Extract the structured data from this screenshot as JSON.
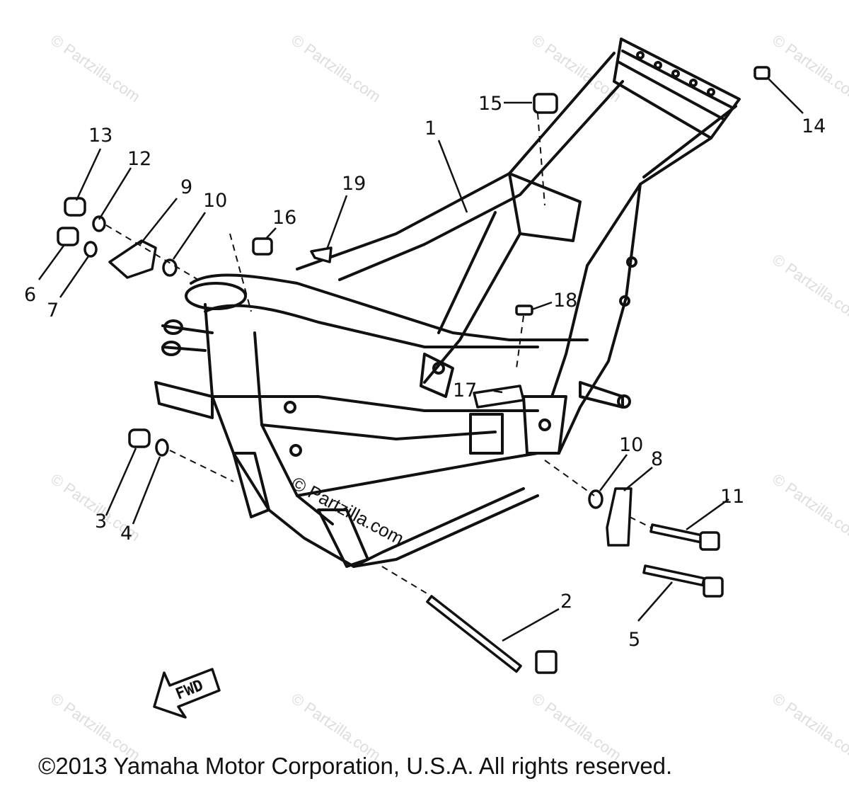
{
  "watermark": "© Partzilla.com",
  "center_watermark": "© Partzilla.com",
  "fwd_label": "FWD",
  "copyright": "©2013  Yamaha Motor Corporation, U.S.A. All rights reserved.",
  "callouts": {
    "p1": "1",
    "p2": "2",
    "p3": "3",
    "p4": "4",
    "p5": "5",
    "p6": "6",
    "p7": "7",
    "p8": "8",
    "p9": "9",
    "p10a": "10",
    "p10b": "10",
    "p11": "11",
    "p12": "12",
    "p13": "13",
    "p14": "14",
    "p15": "15",
    "p16": "16",
    "p17": "17",
    "p18": "18",
    "p19": "19"
  }
}
